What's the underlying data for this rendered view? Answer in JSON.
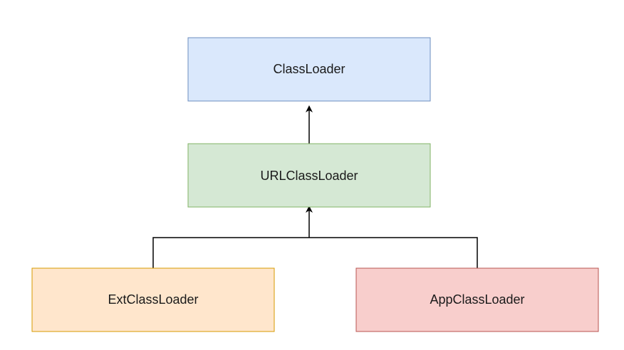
{
  "diagram": {
    "nodes": {
      "classloader": {
        "label": "ClassLoader",
        "fill": "#dae8fc",
        "stroke": "#6c8ebf"
      },
      "urlclassloader": {
        "label": "URLClassLoader",
        "fill": "#d5e8d4",
        "stroke": "#82b366"
      },
      "extclassloader": {
        "label": "ExtClassLoader",
        "fill": "#ffe6cc",
        "stroke": "#d79b00"
      },
      "appclassloader": {
        "label": "AppClassLoader",
        "fill": "#f8cecc",
        "stroke": "#b85450"
      }
    },
    "edges": [
      {
        "from": "URLClassLoader",
        "to": "ClassLoader"
      },
      {
        "from": "ExtClassLoader",
        "to": "URLClassLoader"
      },
      {
        "from": "AppClassLoader",
        "to": "URLClassLoader"
      }
    ],
    "edge_color": "#000000"
  }
}
